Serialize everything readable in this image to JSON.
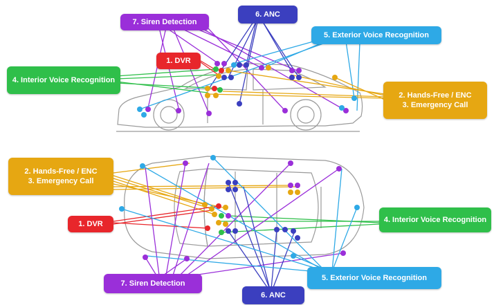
{
  "colors": {
    "dvr": "#e8262b",
    "hands_free": "#e6a712",
    "interior_voice": "#2fbf4a",
    "exterior_voice": "#2ea9e6",
    "anc": "#3b3fbf",
    "siren": "#9a2fd9",
    "car_line": "#9a9a9a"
  },
  "top_view": {
    "siren_label": "7. Siren Detection",
    "anc_label": "6. ANC",
    "exterior_voice_label": "5. Exterior Voice Recognition",
    "dvr_label": "1. DVR",
    "interior_voice_label": "4. Interior Voice Recognition",
    "hands_free_label_1": "2. Hands-Free / ENC",
    "hands_free_label_2": "3. Emergency Call"
  },
  "bottom_view": {
    "hands_free_label_1": "2. Hands-Free / ENC",
    "hands_free_label_2": "3. Emergency Call",
    "dvr_label": "1. DVR",
    "interior_voice_label": "4. Interior Voice Recognition",
    "siren_label": "7. Siren Detection",
    "anc_label": "6. ANC",
    "exterior_voice_label": "5. Exterior Voice Recognition"
  }
}
